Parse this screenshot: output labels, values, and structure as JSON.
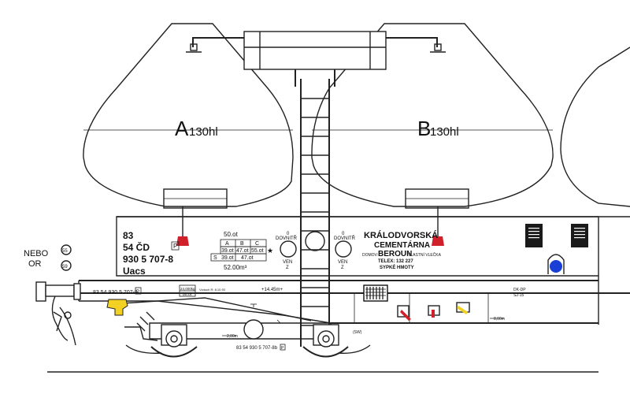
{
  "hoppers": {
    "a": {
      "letter": "A",
      "capacity": "130hl"
    },
    "b": {
      "letter": "B",
      "capacity": "130hl"
    }
  },
  "wagon_id": {
    "line1": "83",
    "line2": "54 ČD",
    "line3": "930 5 707-8",
    "line4": "Uacs",
    "p_badge": "P"
  },
  "alt_marking": {
    "word1": "NEBO",
    "word2": "OR",
    "circle1": "55",
    "circle2": "59"
  },
  "load_table": {
    "top": "50.ot",
    "headers": [
      "A",
      "B",
      "C"
    ],
    "row1": [
      "39.ot",
      "47.ot",
      "55.ot"
    ],
    "row2_label": "S",
    "row2": [
      "39.ot",
      "47.ot"
    ],
    "star": "★",
    "volume": "52.00m³"
  },
  "valves": {
    "left": {
      "top": "0",
      "inside": "DOVNITŘ",
      "out": "VEN",
      "bottom": "Z"
    },
    "right": {
      "top": "0",
      "inside": "DOVNITŘ",
      "out": "VEN",
      "bottom": "Z"
    }
  },
  "owner": {
    "line1": "KRÁLODVORSKÁ",
    "line2": "CEMENTÁRNA",
    "home_label": "DOMOV:",
    "city": "BEROUN",
    "siding": "VLASTNÍ VLEČKA",
    "telex": "TELEX:   132   227",
    "goods": "SYPKÉ   HMOTY"
  },
  "frame": {
    "number": "83 54 930 5 707-8",
    "p_badge": "P",
    "weight_top": "24,000kg",
    "weight_bottom": "80.ot",
    "revision": "Vzduch R: 8.10.93",
    "length": "+14.45m+",
    "code_top": "DK-DP",
    "code_bottom": "S2-15",
    "dim_right": "8,00m",
    "dim_left": "2,00m",
    "bogie_number": "83 54 930 5 707-8b",
    "bogie_p": "P",
    "bogie_code": "(SW)"
  }
}
